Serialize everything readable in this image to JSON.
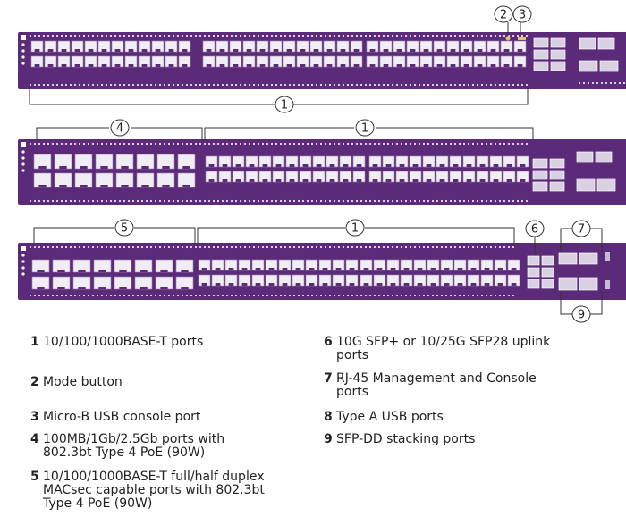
{
  "callouts": {
    "unit1": [
      "2",
      "3",
      "1"
    ],
    "unit2": [
      "4",
      "1"
    ],
    "unit3": [
      "5",
      "1",
      "6",
      "7",
      "9"
    ]
  },
  "legend": [
    {
      "num": "1",
      "text": "10/100/1000BASE-T ports"
    },
    {
      "num": "2",
      "text": "Mode button"
    },
    {
      "num": "3",
      "text": "Micro-B USB console port"
    },
    {
      "num": "4",
      "text": "100MB/1Gb/2.5Gb ports with\n802.3bt Type 4 PoE (90W)"
    },
    {
      "num": "5",
      "text": "10/100/1000BASE-T full/half duplex\nMACsec capable ports with 802.3bt\nType 4 PoE (90W)"
    },
    {
      "num": "6",
      "text": "10G SFP+ or 10/25G SFP28 uplink\nports"
    },
    {
      "num": "7",
      "text": "RJ-45 Management and Console\nports"
    },
    {
      "num": "8",
      "text": "Type A USB ports"
    },
    {
      "num": "9",
      "text": "SFP-DD stacking ports"
    }
  ],
  "colors": {
    "chassis": "#5b2a78",
    "port": "#f1edf4",
    "callout_line": "#333333"
  }
}
